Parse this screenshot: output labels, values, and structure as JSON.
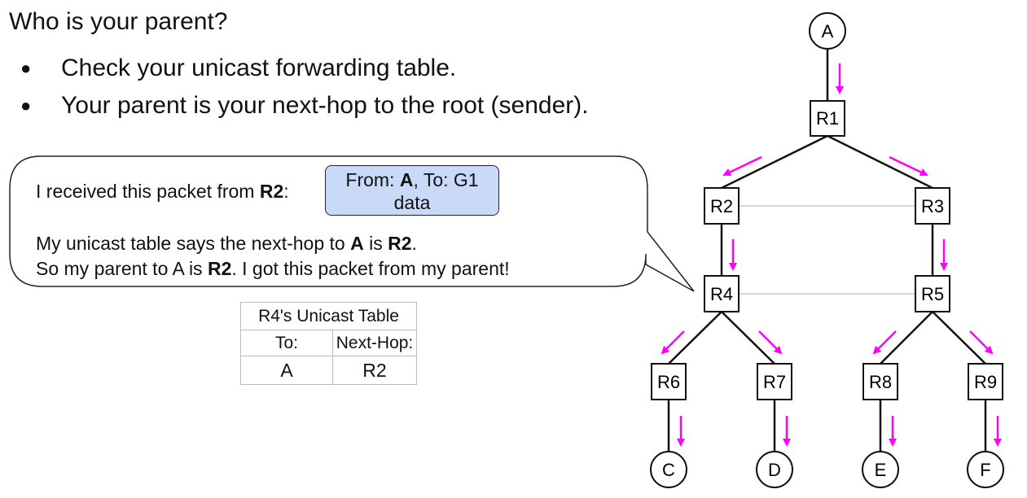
{
  "title": "Who is your parent?",
  "bullets": [
    "Check your unicast forwarding table.",
    "Your parent is your next-hop to the root (sender)."
  ],
  "bullet_glyph": "●",
  "bubble": {
    "line1_prefix": "I received this packet from ",
    "line1_bold": "R2",
    "line1_suffix": ":",
    "line2_prefix": "My unicast table says the next-hop to ",
    "line2_bold1": "A",
    "line2_mid": " is ",
    "line2_bold2": "R2",
    "line2_suffix": ".",
    "line3_prefix": "So my parent to A is ",
    "line3_bold": "R2",
    "line3_suffix": ". I got this packet from my parent!"
  },
  "packet": {
    "from_label": "From: ",
    "from_value": "A",
    "to_text": ", To: G1",
    "payload": "data"
  },
  "unicast_table": {
    "title": "R4's Unicast Table",
    "headers": [
      "To:",
      "Next-Hop:"
    ],
    "rows": [
      [
        "A",
        "R2"
      ]
    ]
  },
  "tree": {
    "hosts": [
      "A",
      "C",
      "D",
      "E",
      "F"
    ],
    "routers": [
      "R1",
      "R2",
      "R3",
      "R4",
      "R5",
      "R6",
      "R7",
      "R8",
      "R9"
    ],
    "arrow_color": "#ff00ff"
  }
}
